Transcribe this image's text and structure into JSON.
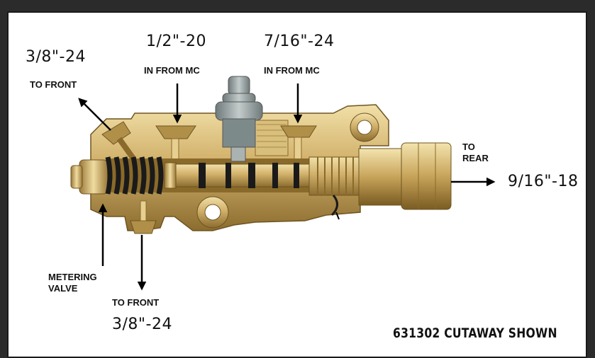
{
  "threads": {
    "front_top": "3/8\"-24",
    "mc_left": "1/2\"-20",
    "mc_right": "7/16\"-24",
    "rear": "9/16\"-18",
    "front_bottom": "3/8\"-24"
  },
  "callouts": {
    "to_front_top": "TO FRONT",
    "in_from_mc_left": "IN FROM MC",
    "in_from_mc_right": "IN FROM MC",
    "to_rear_line1": "TO",
    "to_rear_line2": "REAR",
    "metering_line1": "METERING",
    "metering_line2": "VALVE",
    "to_front_bottom": "TO FRONT"
  },
  "caption": "631302 CUTAWAY SHOWN",
  "colors": {
    "brass": "#c9a85a",
    "brass_dark": "#8a6a2a",
    "brass_light": "#e8d49a",
    "spring": "#1a1a1a",
    "grey_cap": "#9aa3a3"
  }
}
